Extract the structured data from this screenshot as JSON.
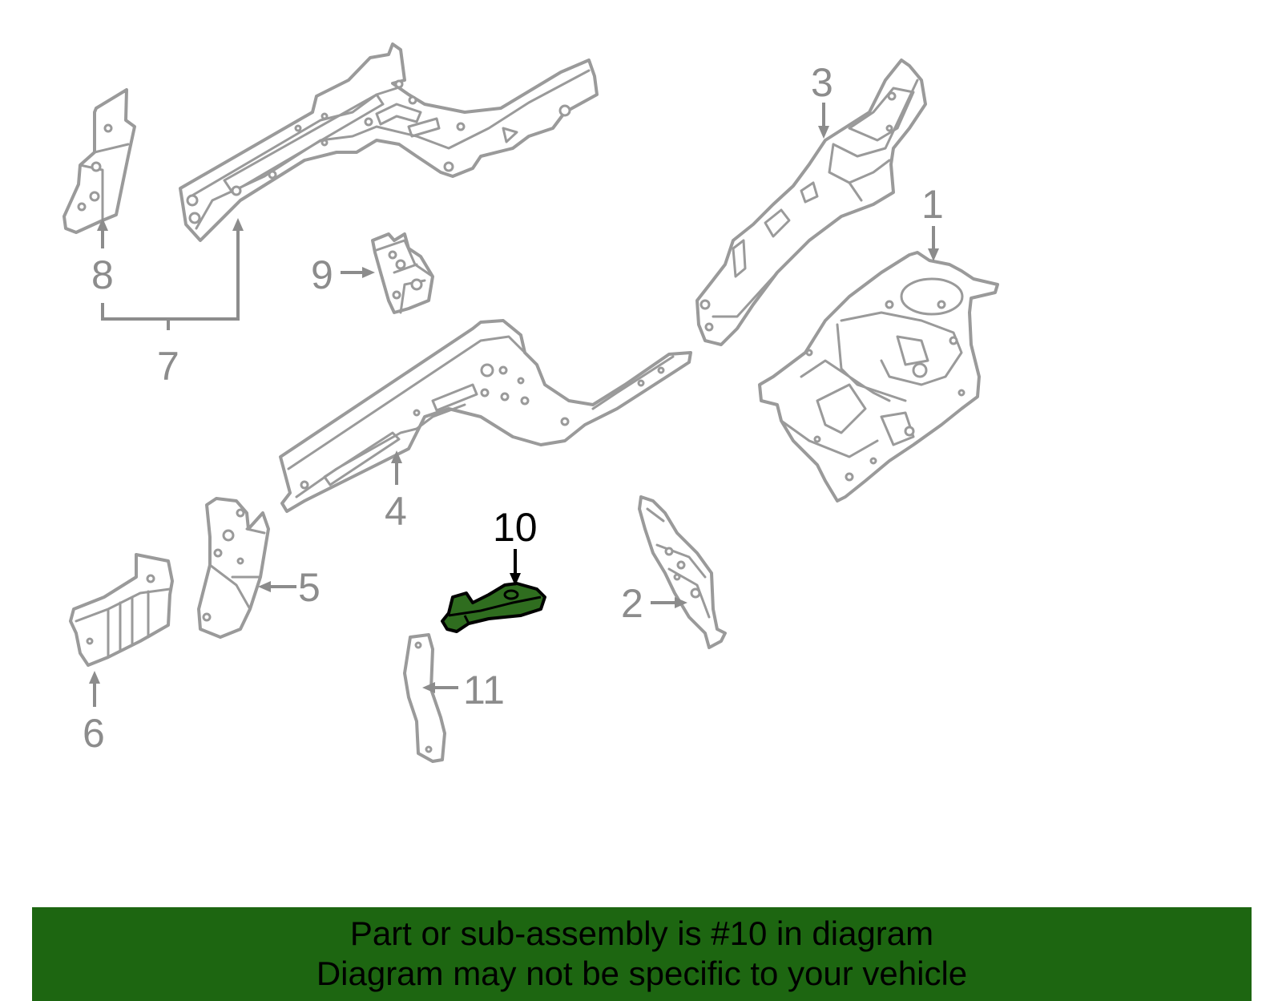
{
  "diagram": {
    "callouts": {
      "c1": "1",
      "c2": "2",
      "c3": "3",
      "c4": "4",
      "c5": "5",
      "c6": "6",
      "c7": "7",
      "c8": "8",
      "c9": "9",
      "c10": "10",
      "c11": "11"
    },
    "highlighted_part": "10",
    "colors": {
      "highlight_fill": "#2f6d1f",
      "banner_background": "#1d6611",
      "part_outline": "#9a9a9a"
    }
  },
  "banner": {
    "line1": "Part or sub-assembly is #10 in diagram",
    "line2": "Diagram may not be specific to your vehicle"
  }
}
